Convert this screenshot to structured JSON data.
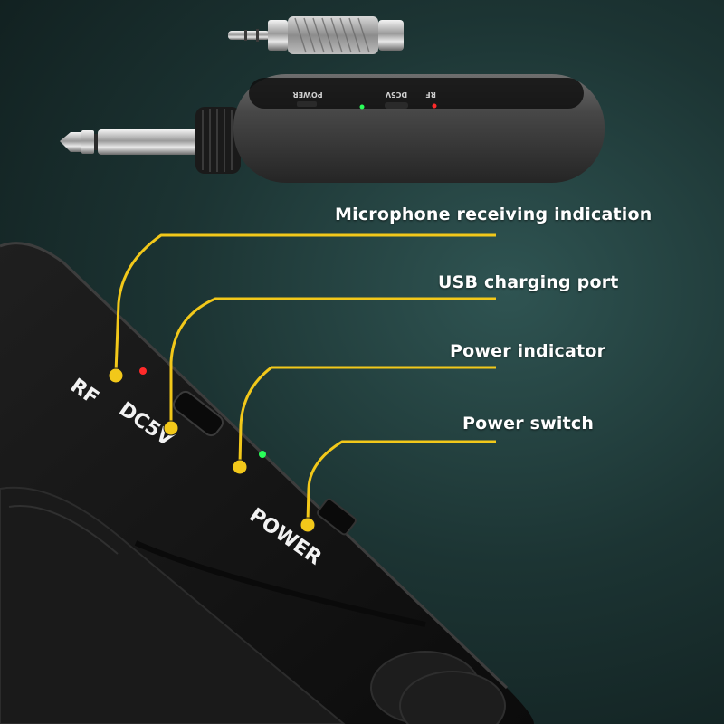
{
  "colors": {
    "background": "#1c3433",
    "callout_line": "#f2c81a",
    "callout_text": "#ffffff",
    "device_body": "#141414",
    "rf_led": "#ff2a2a",
    "power_led": "#2aff5a"
  },
  "top_product": {
    "panel_labels": {
      "rf": "RF",
      "dc5v": "DC5V",
      "power": "POWER"
    }
  },
  "device_labels": {
    "rf": "RF",
    "dc5v": "DC5V",
    "power": "POWER"
  },
  "callouts": [
    {
      "label": "Microphone receiving indication"
    },
    {
      "label": "USB charging port"
    },
    {
      "label": "Power indicator"
    },
    {
      "label": "Power switch"
    }
  ]
}
